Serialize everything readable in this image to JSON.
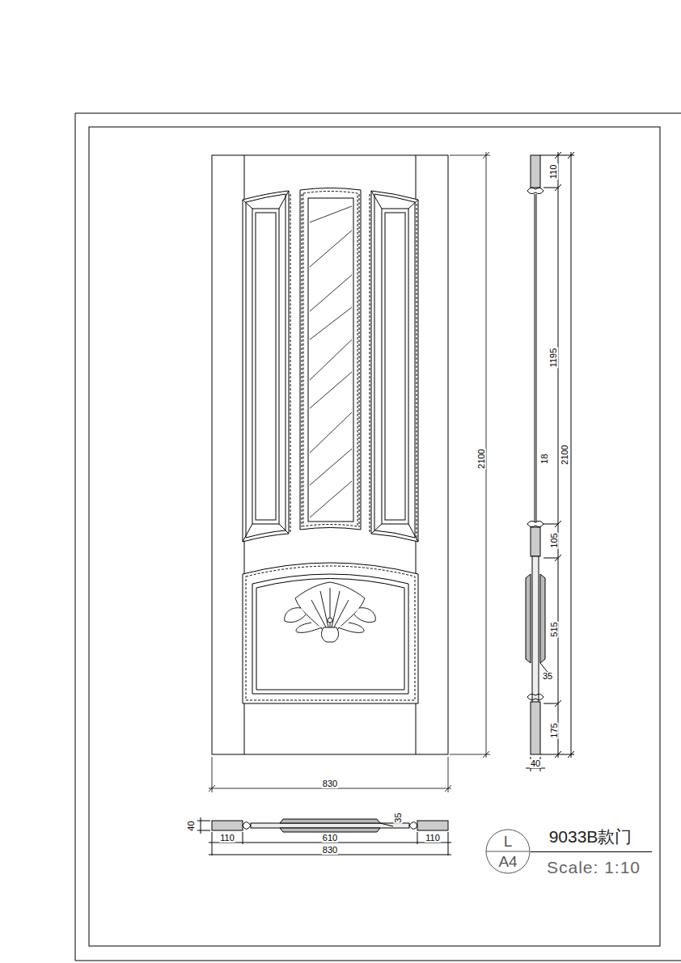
{
  "diagram": {
    "title": "9033B款门",
    "nodes": [
      {
        "text": [
          "L",
          "A4"
        ]
      }
    ],
    "labels": [
      "110",
      "1195",
      "18",
      "2100",
      "105",
      "515",
      "35",
      "175",
      "40",
      "2100",
      "830",
      "40",
      "110",
      "610",
      "110",
      "830",
      "35",
      "Scale: 1:10"
    ]
  }
}
